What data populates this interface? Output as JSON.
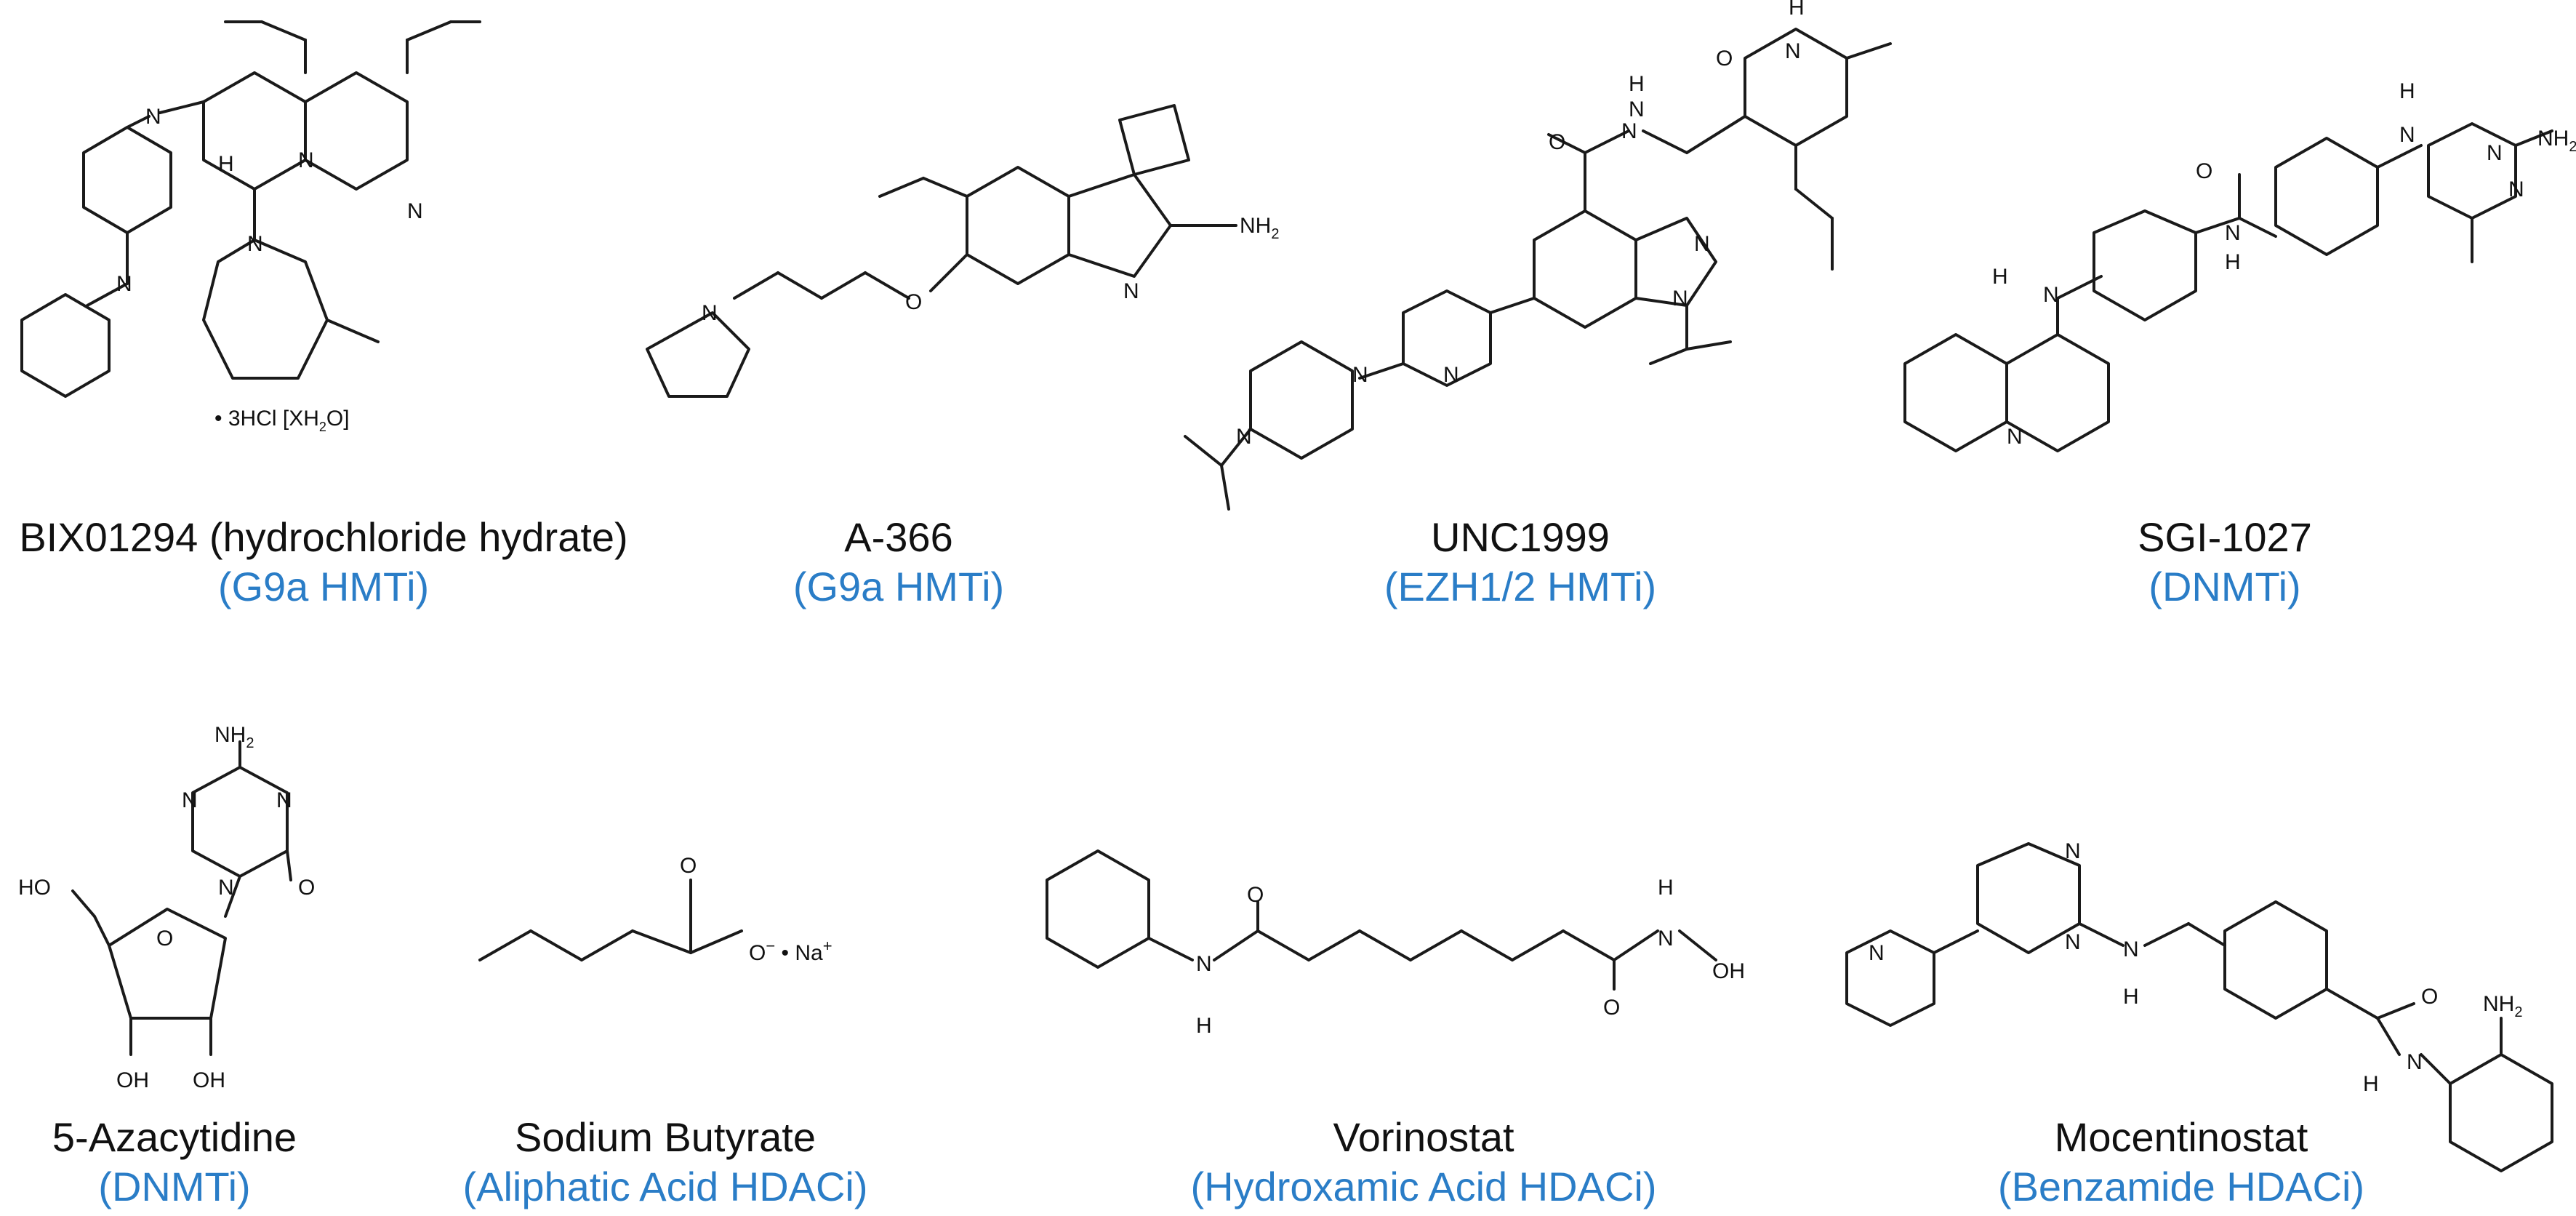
{
  "accent_color": "#2a7dc7",
  "compounds": [
    {
      "name": "BIX01294 (hydrochloride hydrate)",
      "class": "(G9a HMTi)"
    },
    {
      "name": "A-366",
      "class": "(G9a HMTi)"
    },
    {
      "name": "UNC1999",
      "class": "(EZH1/2 HMTi)"
    },
    {
      "name": "SGI-1027",
      "class": "(DNMTi)"
    },
    {
      "name": "5-Azacytidine",
      "class": "(DNMTi)"
    },
    {
      "name": "Sodium Butyrate",
      "class": "(Aliphatic Acid HDACi)"
    },
    {
      "name": "Vorinostat",
      "class": "(Hydroxamic Acid HDACi)"
    },
    {
      "name": "Mocentinostat",
      "class": "(Benzamide HDACi)"
    }
  ],
  "atom_labels": {
    "bix": [
      "N",
      "N",
      "N",
      "N",
      "H",
      "N",
      "• 3HCl [XH",
      "2",
      "O]"
    ],
    "a366": [
      "N",
      "O",
      "N",
      "NH",
      "2"
    ],
    "unc": [
      "N",
      "N",
      "N",
      "N",
      "N",
      "N",
      "O",
      "N",
      "H",
      "O",
      "N",
      "H"
    ],
    "sgi": [
      "N",
      "H",
      "N",
      "H",
      "O",
      "N",
      "H",
      "N",
      "N",
      "NH",
      "2",
      "N"
    ],
    "aza": [
      "HO",
      "O",
      "N",
      "N",
      "N",
      "O",
      "NH",
      "2",
      "OH",
      "OH"
    ],
    "butyrate": [
      "O",
      "O",
      "−",
      " • Na",
      "+"
    ],
    "vorinostat": [
      "N",
      "H",
      "O",
      "O",
      "N",
      "H",
      "OH"
    ],
    "mocetinostat": [
      "N",
      "N",
      "N",
      "N",
      "H",
      "O",
      "N",
      "H",
      "NH",
      "2"
    ]
  }
}
